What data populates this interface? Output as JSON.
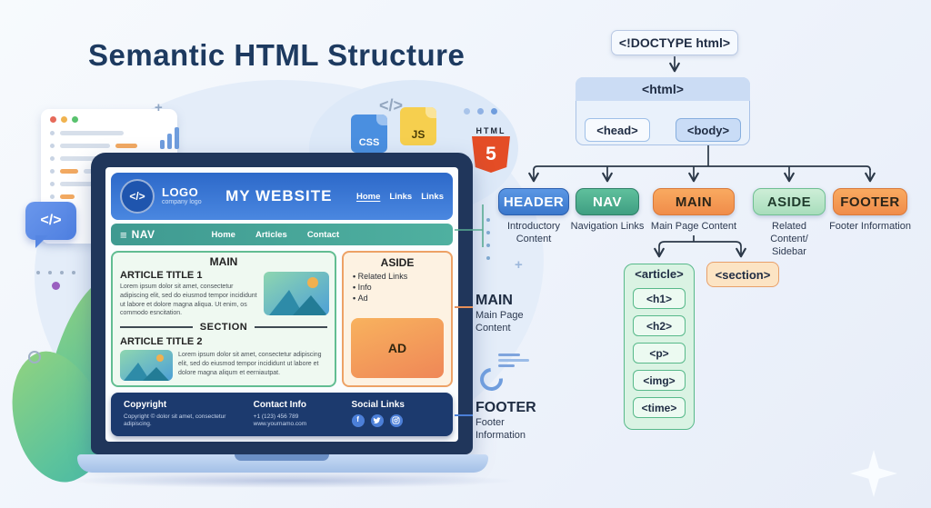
{
  "title": "Semantic HTML Structure",
  "badges": {
    "code_glyph": "</>",
    "css": "CSS",
    "js": "JS",
    "html5_word": "HTML",
    "html5_num": "5"
  },
  "laptop": {
    "header": {
      "logo_text": "LOGO",
      "logo_sub": "company logo",
      "site_title": "MY WEBSITE",
      "links": [
        "Home",
        "Links",
        "Links"
      ]
    },
    "nav": {
      "label": "NAV",
      "burger": "≡",
      "links": [
        "Home",
        "Articles",
        "Contact"
      ]
    },
    "main": {
      "title": "MAIN",
      "article1_title": "ARTICLE TITLE 1",
      "article1_text": "Lorem ipsum dolor sit amet, consectetur adipiscing elit, sed do eiusmod tempor incididunt ut labore et dolore magna aliqua. Ut enim, os commodo esncitation.",
      "section_title": "SECTION",
      "article2_title": "ARTICLE TITLE 2",
      "article2_text": "Lorem ipsum dolor sit amet, consectetur adipiscing elit, sed do eiusmod tempor incididunt ut labore et dolore magna aliqum et eerniautpat."
    },
    "aside": {
      "title": "ASIDE",
      "items": [
        "Related Links",
        "Info",
        "Ad"
      ],
      "ad_label": "AD"
    },
    "footer": {
      "col1_title": "Copyright",
      "col1_text": "Copyright © dolor sit amet, consectetur adipiscing.",
      "col2_title": "Contact Info",
      "col2_line1": "+1 (123) 456 789",
      "col2_line2": "www.yournamo.com",
      "col3_title": "Social Links"
    }
  },
  "callouts": {
    "main_label": "MAIN",
    "main_sub": "Main Page Content",
    "footer_label": "FOOTER",
    "footer_sub": "Footer Information"
  },
  "tree": {
    "doctype": "<!DOCTYPE html>",
    "html": "<html>",
    "head": "<head>",
    "body": "<body>",
    "level2": [
      {
        "label": "HEADER",
        "desc": "Introductory Content"
      },
      {
        "label": "NAV",
        "desc": "Navigation Links"
      },
      {
        "label": "MAIN",
        "desc": "Main Page Content"
      },
      {
        "label": "ASIDE",
        "desc": "Related Content/ Sidebar"
      },
      {
        "label": "FOOTER",
        "desc": "Footer Information"
      }
    ],
    "article": "<article>",
    "section": "<section>",
    "article_children": [
      "<h1>",
      "<h2>",
      "<p>",
      "<img>",
      "<time>"
    ]
  },
  "colors": {
    "title_navy": "#1d3a60",
    "header_blue": "#3a77cc",
    "nav_green": "#3f9e82",
    "main_orange": "#f08c4a",
    "aside_green": "#a8ddbc",
    "site_footer_navy": "#1c3a6e",
    "html5_orange": "#e44d26"
  }
}
